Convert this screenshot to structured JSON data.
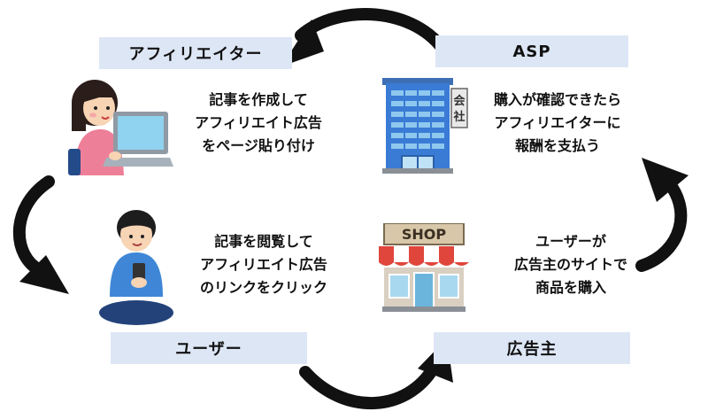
{
  "roles": {
    "affiliate": "アフィリエイター",
    "asp": "ASP",
    "user": "ユーザー",
    "advertiser": "広告主"
  },
  "descriptions": {
    "affiliate": [
      "記事を作成して",
      "アフィリエイト広告",
      "をページ貼り付け"
    ],
    "asp": [
      "購入が確認できたら",
      "アフィリエイターに",
      "報酬を支払う"
    ],
    "user": [
      "記事を閲覧して",
      "アフィリエイト広告",
      "のリンクをクリック"
    ],
    "advertiser": [
      "ユーザーが",
      "広告主のサイトで",
      "商品を購入"
    ]
  },
  "building_sign": [
    "会",
    "社"
  ],
  "shop_sign": "SHOP",
  "colors": {
    "label_bg": "#dde6f5",
    "arrow": "#111111"
  }
}
